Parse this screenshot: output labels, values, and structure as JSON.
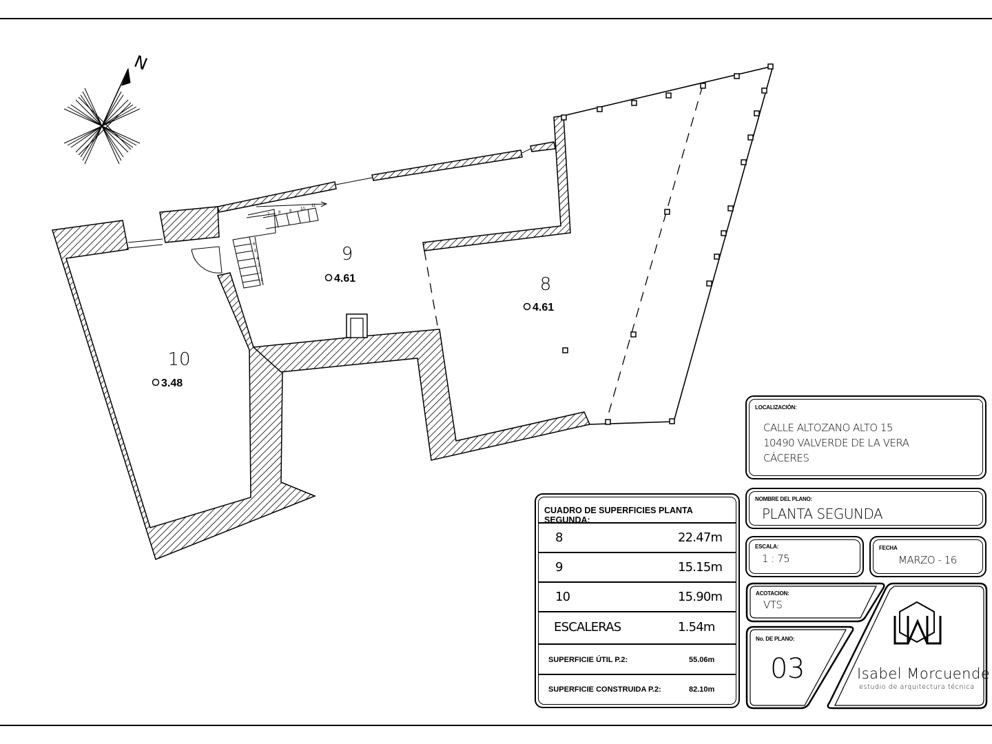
{
  "north": {
    "label": "N"
  },
  "rooms": [
    {
      "number": "8",
      "level": "4.61"
    },
    {
      "number": "9",
      "level": "4.61"
    },
    {
      "number": "10",
      "level": "3.48"
    }
  ],
  "stairs": {
    "steps": [
      "1",
      "2",
      "3",
      "4",
      "5",
      "6",
      "7",
      "8",
      "9",
      "10",
      "11"
    ]
  },
  "title_block": {
    "location": {
      "label": "LOCALIZACIÓN:",
      "lines": [
        "CALLE ALTOZANO ALTO 15",
        "10490 VALVERDE DE LA VERA",
        "CÁCERES"
      ]
    },
    "plan_name": {
      "label": "NOMBRE DEL PLANO:",
      "value": "PLANTA SEGUNDA"
    },
    "scale": {
      "label": "ESCALA:",
      "value": "1 : 75"
    },
    "date": {
      "label": "FECHA",
      "value": "MARZO - 16"
    },
    "dimensioning": {
      "label": "ACOTACION:",
      "value": "VTS"
    },
    "plan_number": {
      "label": "No. DE PLANO:",
      "value": "03"
    },
    "studio": {
      "name": "Isabel Morcuende",
      "tagline": "estudio de arquitectura técnica"
    }
  },
  "areas_table": {
    "title": "CUADRO DE SUPERFICIES PLANTA SEGUNDA:",
    "rows": [
      {
        "name": "8",
        "area": "22.47m"
      },
      {
        "name": "9",
        "area": "15.15m"
      },
      {
        "name": "10",
        "area": "15.90m"
      },
      {
        "name": "ESCALERAS",
        "area": "1.54m"
      }
    ],
    "summary": [
      {
        "name": "SUPERFICIE ÚTIL P.2:",
        "value": "55.06m"
      },
      {
        "name": "SUPERFICIE CONSTRUIDA P.2:",
        "value": "82.10m"
      }
    ]
  }
}
